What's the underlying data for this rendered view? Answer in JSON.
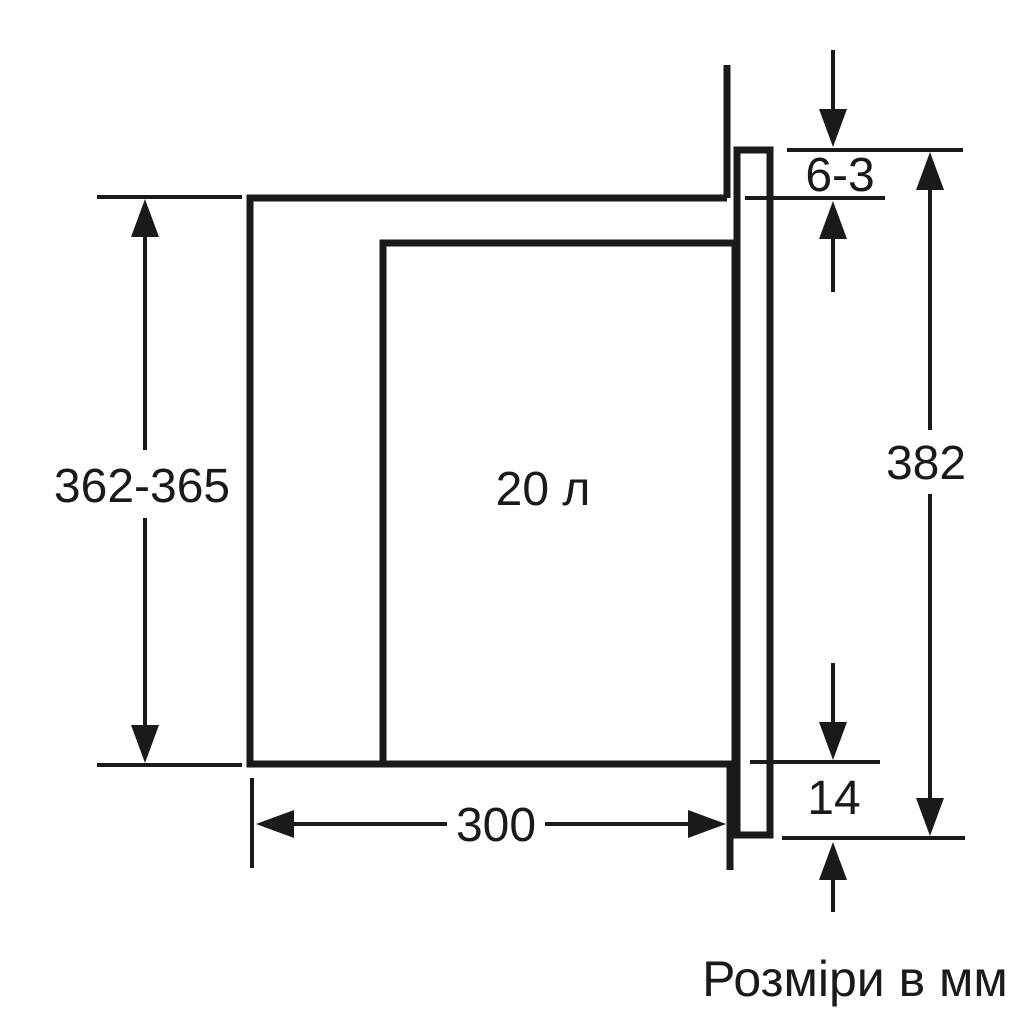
{
  "figure": {
    "caption": "Розміри в мм",
    "cavity_volume_label": "20 л",
    "dimensions": {
      "niche_height": "362-365",
      "niche_depth": "300",
      "top_gap": "6-3",
      "front_panel_height": "382",
      "bottom_overhang": "14"
    },
    "colors": {
      "line": "#1a1a1a",
      "background": "#ffffff"
    }
  }
}
